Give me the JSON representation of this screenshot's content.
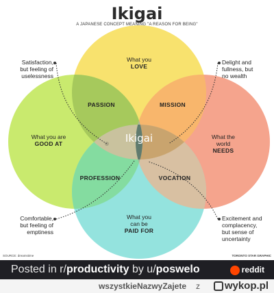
{
  "header": {
    "title": "Ikigai",
    "subtitle": "A JAPANESE CONCEPT MEANING \"A REASON FOR BEING\""
  },
  "circles": {
    "love": {
      "line1": "What you",
      "line2": "LOVE",
      "color": "#f7e06a"
    },
    "good_at": {
      "line1": "What you are",
      "line2": "GOOD AT",
      "color": "#c7e86a"
    },
    "needs": {
      "line1": "What the",
      "line1b": "world",
      "line2": "NEEDS",
      "color": "#f4a08a"
    },
    "paid_for": {
      "line1": "What you",
      "line1b": "can be",
      "line2": "PAID FOR",
      "color": "#8fe0dc"
    }
  },
  "zones": {
    "passion": "PASSION",
    "mission": "MISSION",
    "profession": "PROFESSION",
    "vocation": "VOCATION",
    "center": "Ikigai"
  },
  "notes": {
    "top_left": [
      "Satisfaction,",
      "but feeling of",
      "uselessness"
    ],
    "top_right": [
      "Delight and",
      "fullness, but",
      "no wealth"
    ],
    "bottom_left": [
      "Comfortable,",
      "but feeling of",
      "emptiness"
    ],
    "bottom_right": [
      "Excitement and",
      "complacency,",
      "but sense of",
      "uncertainty"
    ]
  },
  "source": "SOURCE: dreamstime",
  "credit": "TORONTO STAR GRAPHIC",
  "reddit_bar": {
    "prefix": "Posted in r/",
    "subreddit": "productivity",
    "by": " by u/",
    "user": "poswelo",
    "brand": "reddit"
  },
  "footer": {
    "user": "wszystkieNazwyZajete",
    "z": "z",
    "site": "wykop.pl"
  },
  "colors": {
    "passion": "#9fc35a",
    "mission": "#f7b56a",
    "profession": "#7fdca0",
    "vocation": "#d9bfa0",
    "center": "#607b6e"
  }
}
